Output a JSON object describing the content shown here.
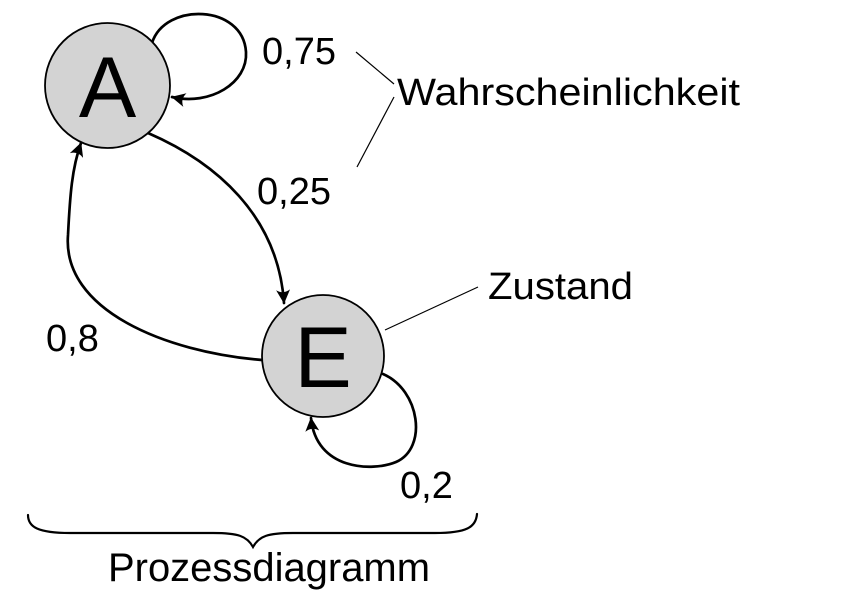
{
  "figure": {
    "background_color": "#ffffff",
    "node_fill_color": "#d3d3d3",
    "line_color": "#000000",
    "nodes": [
      {
        "id": "A",
        "label": "A"
      },
      {
        "id": "E",
        "label": "E"
      }
    ],
    "transitions": [
      {
        "from": "A",
        "to": "A",
        "probability_label": "0,75"
      },
      {
        "from": "A",
        "to": "E",
        "probability_label": "0,25"
      },
      {
        "from": "E",
        "to": "A",
        "probability_label": "0,8"
      },
      {
        "from": "E",
        "to": "E",
        "probability_label": "0,2"
      }
    ],
    "callouts": [
      {
        "label": "Wahrscheinlichkeit",
        "refers_to": "probability labels"
      },
      {
        "label": "Zustand",
        "refers_to": "node E"
      }
    ],
    "caption": "Prozessdiagramm"
  }
}
